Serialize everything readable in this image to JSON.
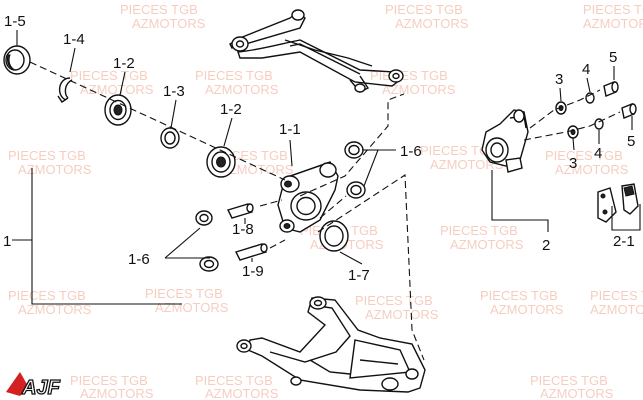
{
  "watermark": {
    "line1": "PIECES TGB",
    "line2": "AZMOTORS"
  },
  "callouts": {
    "c_1_5": "1-5",
    "c_1_4": "1-4",
    "c_1_2a": "1-2",
    "c_1_3": "1-3",
    "c_1_2b": "1-2",
    "c_1_1": "1-1",
    "c_1_6a": "1-6",
    "c_1": "1",
    "c_1_8": "1-8",
    "c_1_6b": "1-6",
    "c_1_9": "1-9",
    "c_1_7": "1-7",
    "c_3a": "3",
    "c_4a": "4",
    "c_5a": "5",
    "c_3b": "3",
    "c_4b": "4",
    "c_5b": "5",
    "c_2": "2",
    "c_2_1": "2-1"
  },
  "logo": {
    "text": "AJF"
  },
  "colors": {
    "watermark": "#f0a58c",
    "logo_red": "#d42020",
    "ink": "#111111"
  }
}
